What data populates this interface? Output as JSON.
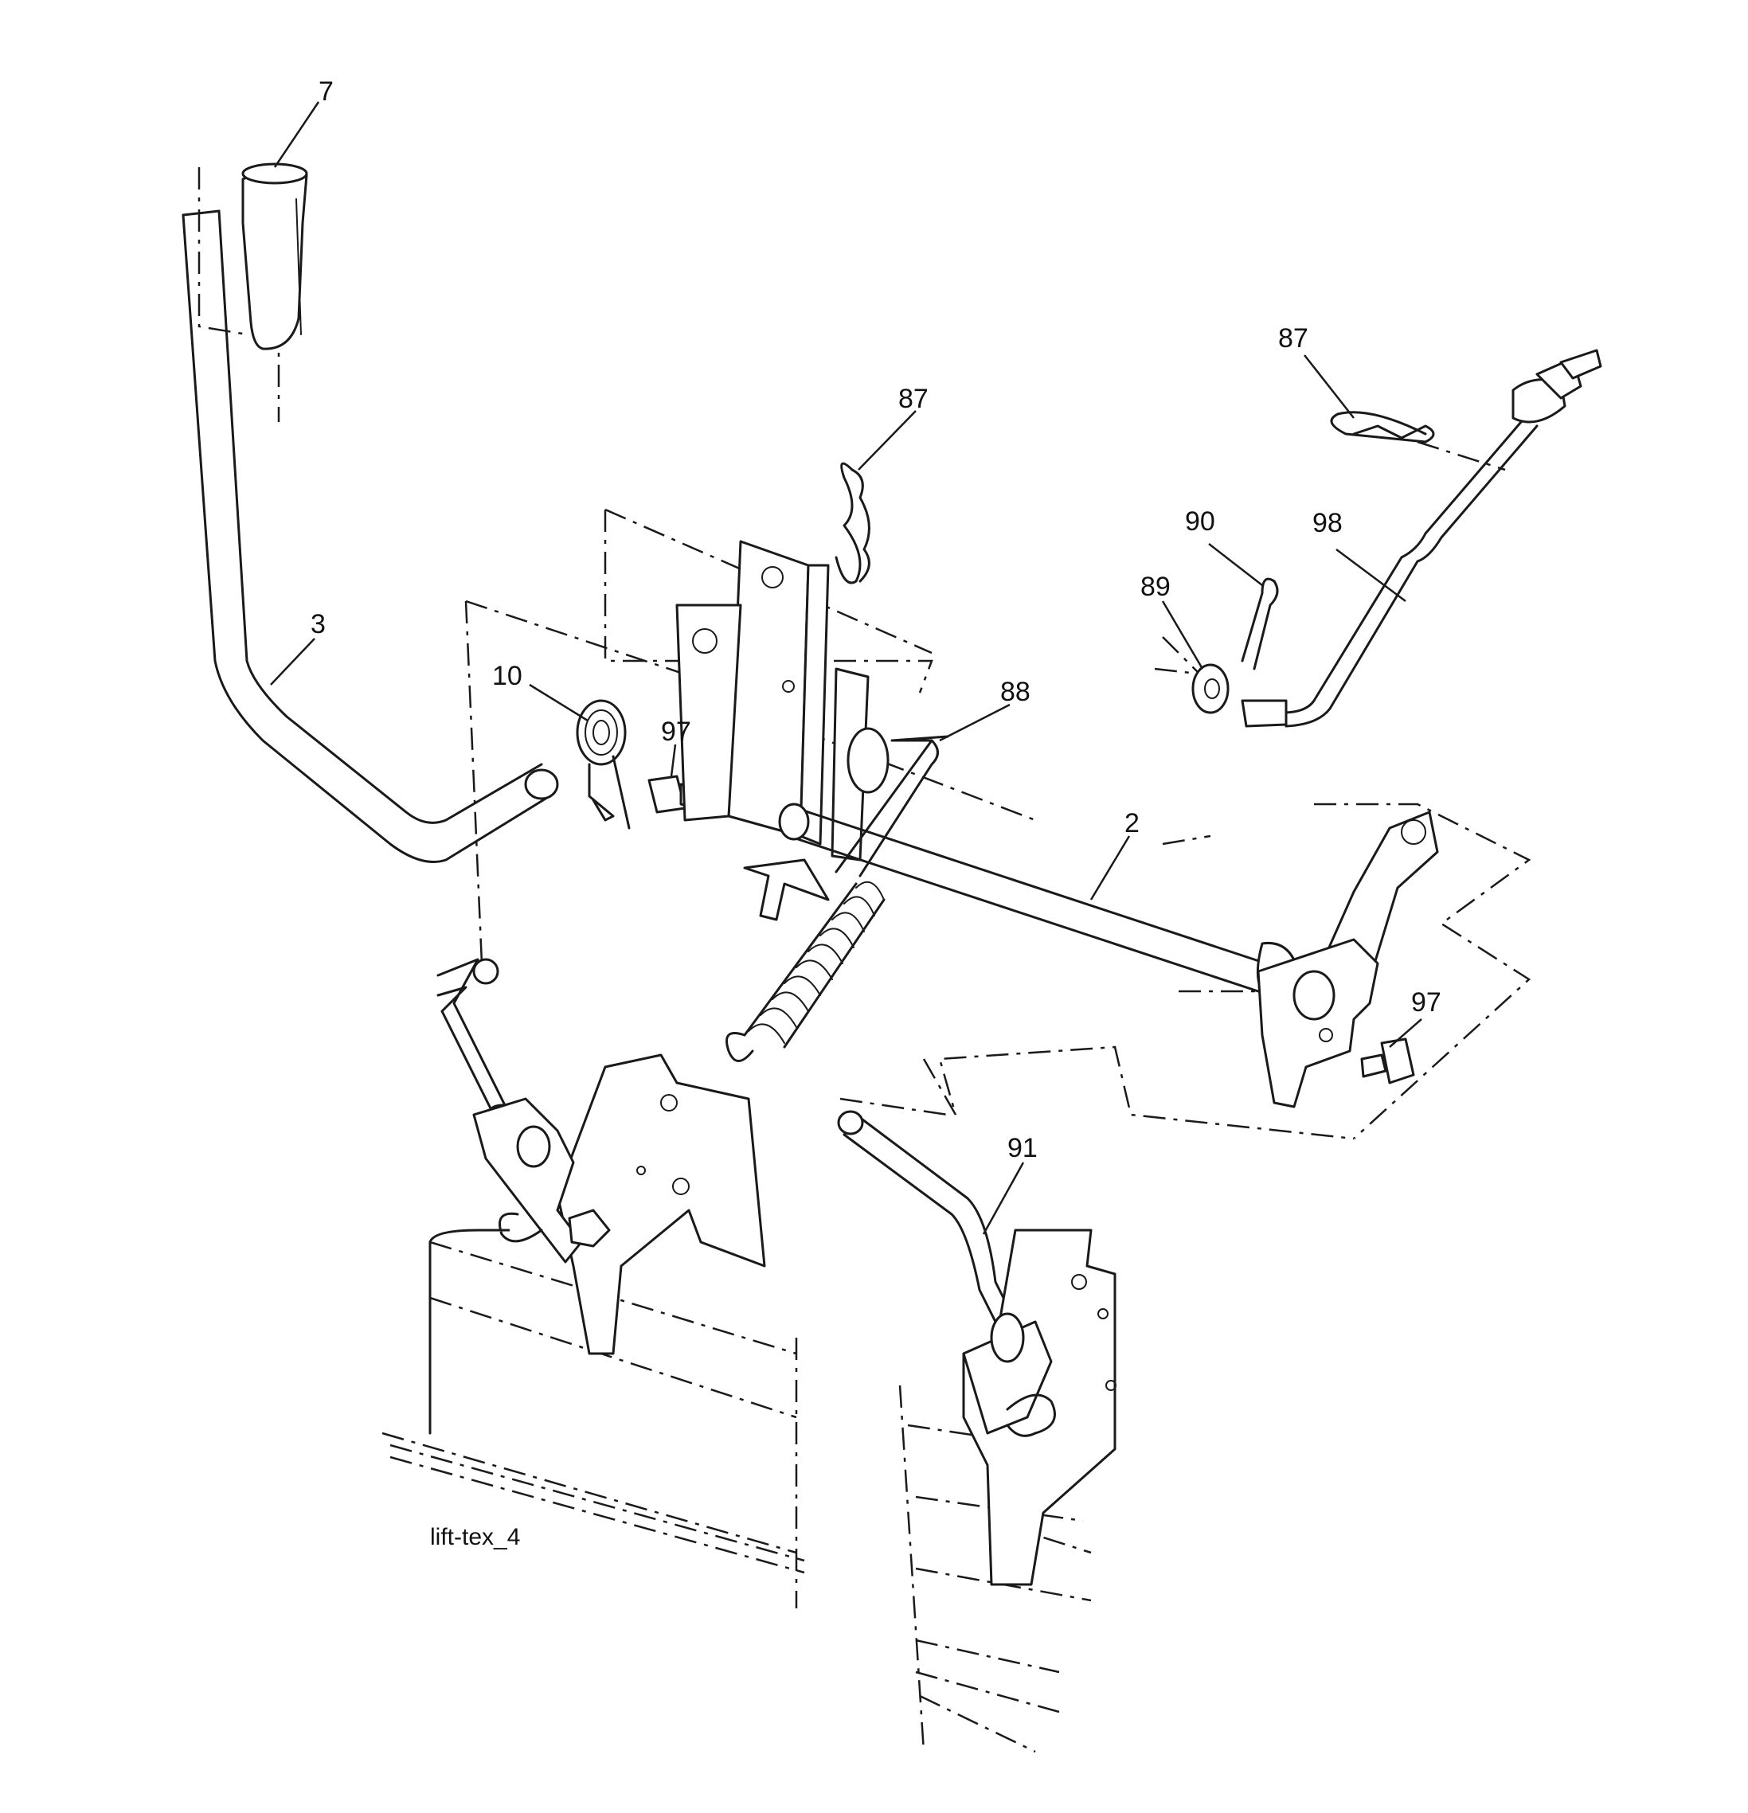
{
  "diagram": {
    "caption": "lift-tex_4",
    "callouts": [
      {
        "id": "c7",
        "label": "7"
      },
      {
        "id": "c3",
        "label": "3"
      },
      {
        "id": "c10",
        "label": "10"
      },
      {
        "id": "c97a",
        "label": "97"
      },
      {
        "id": "c87a",
        "label": "87"
      },
      {
        "id": "c88",
        "label": "88"
      },
      {
        "id": "c2",
        "label": "2"
      },
      {
        "id": "c87b",
        "label": "87"
      },
      {
        "id": "c90",
        "label": "90"
      },
      {
        "id": "c98",
        "label": "98"
      },
      {
        "id": "c89",
        "label": "89"
      },
      {
        "id": "c97b",
        "label": "97"
      },
      {
        "id": "c91",
        "label": "91"
      }
    ]
  }
}
